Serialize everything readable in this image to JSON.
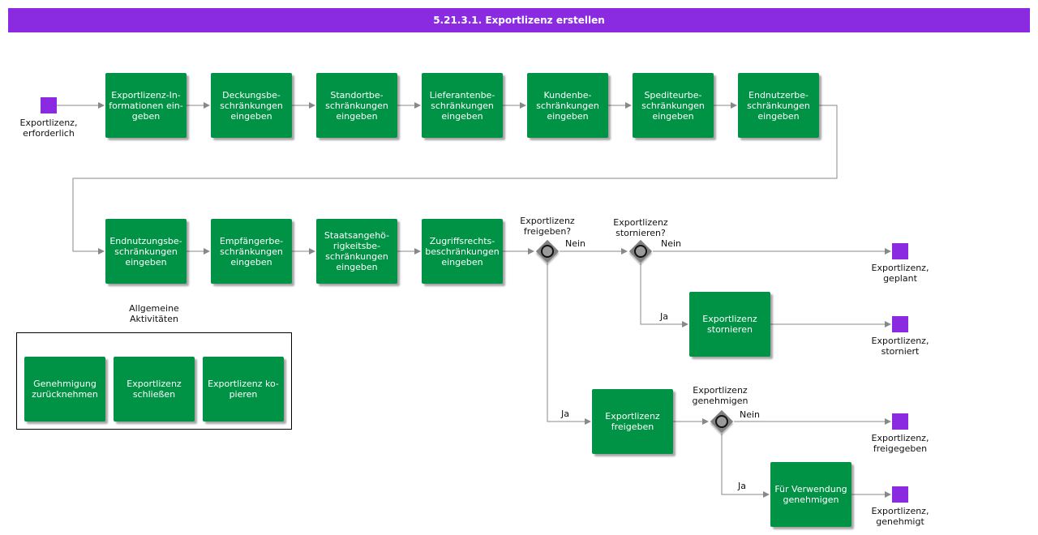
{
  "title": "5.21.3.1. Exportlizenz erstellen",
  "events": {
    "start": "Exportlizenz,\nerforderlich",
    "planned": "Exportlizenz,\ngeplant",
    "cancelled": "Exportlizenz,\nstorniert",
    "released": "Exportlizenz,\nfreigegeben",
    "approved": "Exportlizenz,\ngenehmigt"
  },
  "tasks": {
    "t1": "Exportlizenz-In-\nformationen ein-\ngeben",
    "t2": "Deckungsbe-\nschränkungen\neingeben",
    "t3": "Standortbe-\nschränkungen\neingeben",
    "t4": "Lieferantenbe-\nschränkungen\neingeben",
    "t5": "Kundenbe-\nschränkungen\neingeben",
    "t6": "Spediteurbe-\nschränkungen\neingeben",
    "t7": "Endnutzerbe-\nschränkungen\neingeben",
    "t8": "Endnutzungsbe-\nschränkungen\neingeben",
    "t9": "Empfängerbe-\nschränkungen\neingeben",
    "t10": "Staatsangehö-\nrigkeitsbe-\nschränkungen\neingeben",
    "t11": "Zugriffsrechts-\nbeschränkungen\neingeben",
    "cancel": "Exportlizenz\nstornieren",
    "release": "Exportlizenz\nfreigeben",
    "use": "Für Verwendung\ngenehmigen"
  },
  "gateways": {
    "g1": "Exportlizenz\nfreigeben?",
    "g2": "Exportlizenz\nstornieren?",
    "g3": "Exportlizenz\ngenehmigen"
  },
  "edge_labels": {
    "no1": "Nein",
    "no2": "Nein",
    "no3": "Nein",
    "yes1": "Ja",
    "yes2": "Ja",
    "yes3": "Ja"
  },
  "general": {
    "title": "Allgemeine\nAktivitäten",
    "items": [
      "Genehmigung\nzurücknehmen",
      "Exportlizenz\nschließen",
      "Exportlizenz ko-\npieren"
    ]
  }
}
